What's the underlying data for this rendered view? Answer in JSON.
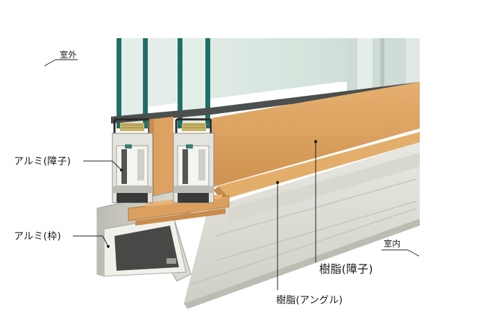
{
  "labels": {
    "outdoor": "室外",
    "indoor": "室内",
    "alu_sash": "アルミ(障子)",
    "alu_frame": "アルミ(枠)",
    "resin_sash": "樹脂(障子)",
    "resin_angle": "樹脂(アングル)"
  },
  "colors": {
    "resin": "#d9a05d",
    "aluminum": "#d9d9d2",
    "glass_edge": "#1f6e68",
    "glass": "#dfeae4",
    "spacer": "#c9b36a"
  }
}
